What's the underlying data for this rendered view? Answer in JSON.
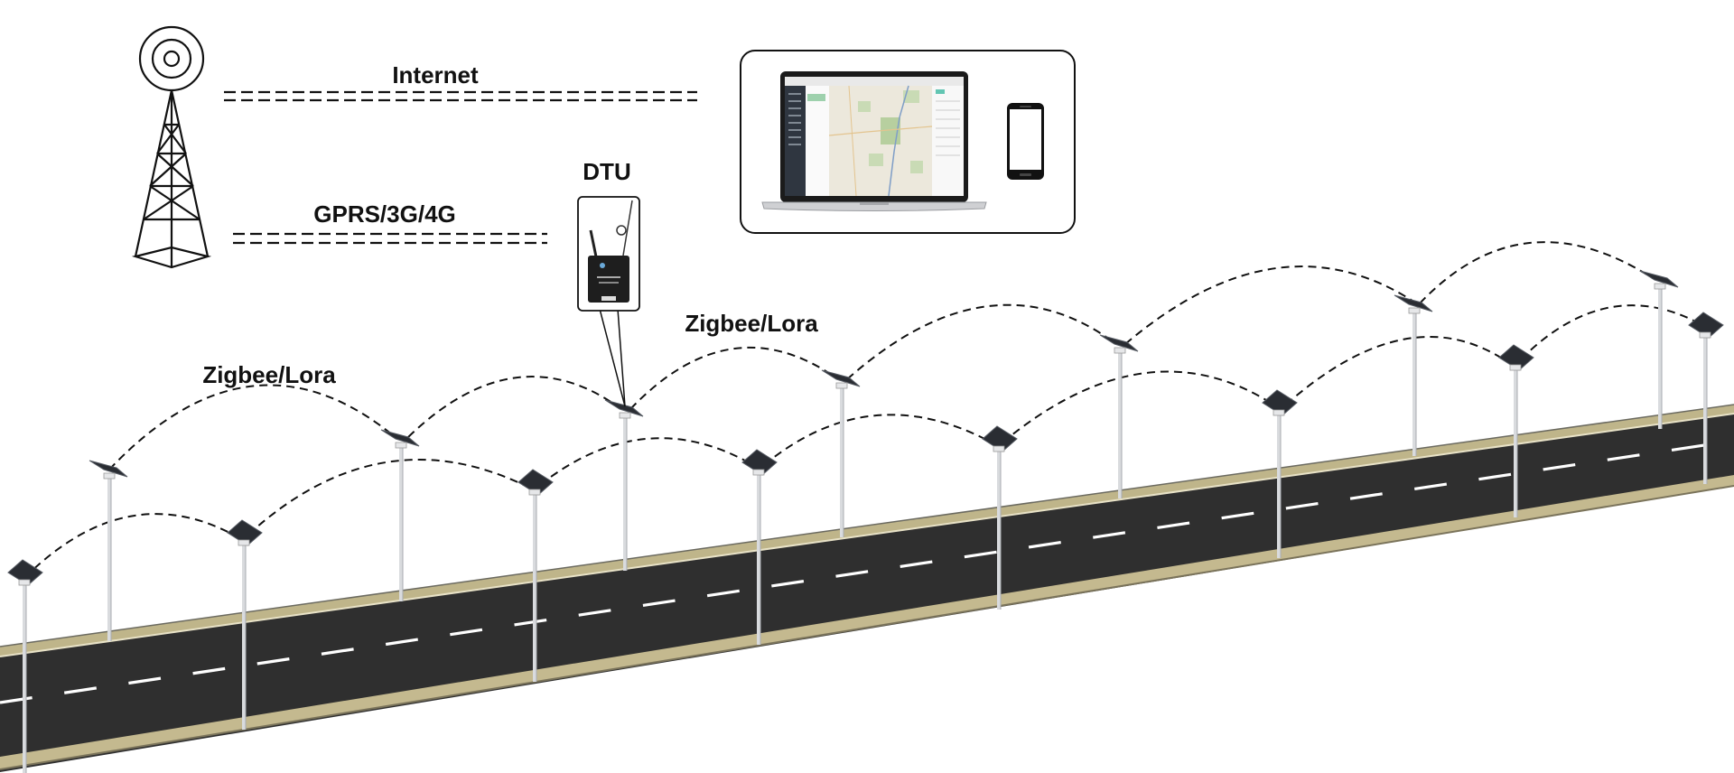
{
  "labels": {
    "internet": "Internet",
    "cellular": "GPRS/3G/4G",
    "dtu": "DTU",
    "mesh_left": "Zigbee/Lora",
    "mesh_center": "Zigbee/Lora"
  },
  "icons": {
    "tower": "cell-tower-icon",
    "dtu": "dtu-router-icon",
    "laptop": "laptop-icon",
    "phone": "smartphone-icon",
    "lamp": "solar-street-light-icon"
  },
  "colors": {
    "road": "#2e2e2e",
    "road_edge": "#c9bd8e",
    "line_stroke": "#111111",
    "map_green": "#b7cf9f",
    "sidebar": "#2f3640"
  }
}
